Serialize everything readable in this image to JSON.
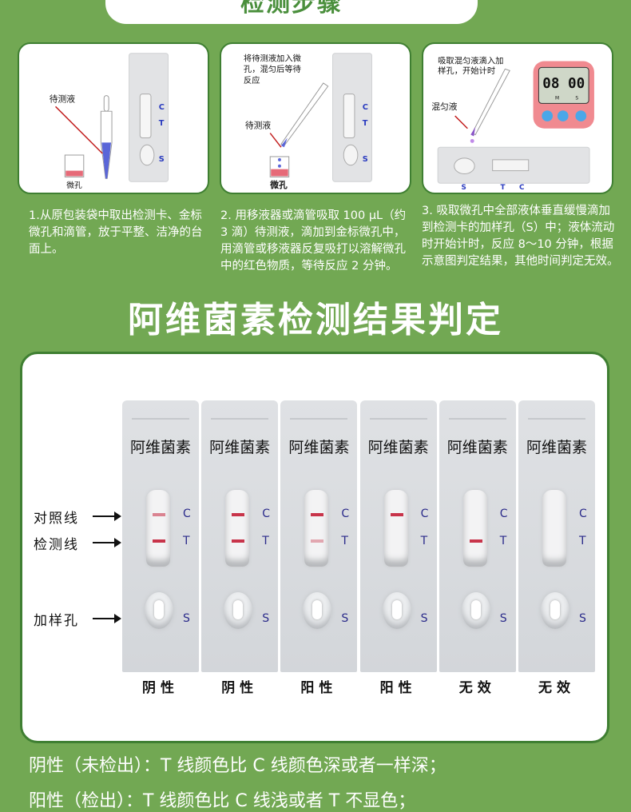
{
  "header": {
    "title": "检测步骤"
  },
  "steps": [
    {
      "illus": {
        "label_sample": "待测液",
        "label_well": "微孔",
        "card_labels": [
          "C",
          "T",
          "S"
        ]
      },
      "text": "1.从原包装袋中取出检测卡、金标微孔和滴管，放于平整、洁净的台面上。"
    },
    {
      "illus": {
        "caption": "将待测液加入微孔，混匀后等待反应",
        "label_sample": "待测液",
        "label_well": "微孔",
        "card_labels": [
          "C",
          "T",
          "S"
        ]
      },
      "text": "2. 用移液器或滴管吸取 100 μL（约3 滴）待测液，滴加到金标微孔中，用滴管或移液器反复吸打以溶解微孔中的红色物质，等待反应 2 分钟。"
    },
    {
      "illus": {
        "caption": "吸取混匀液滴入加样孔，开始计时",
        "label_mix": "混匀液",
        "timer": "08 00",
        "timer_units": [
          "M",
          "S"
        ],
        "card_labels": [
          "S",
          "T",
          "C"
        ]
      },
      "text": "3. 吸取微孔中全部液体垂直缓慢滴加到检测卡的加样孔（S）中；液体流动时开始计时，反应 8～10 分钟，根据示意图判定结果，其他时间判定无效。"
    }
  ],
  "result_title": "阿维菌素检测结果判定",
  "result": {
    "side_labels": [
      "对照线",
      "检测线",
      "加样孔"
    ],
    "cards": [
      {
        "name": "阿维菌素",
        "verdict": "阴性",
        "c_line": 0.45,
        "t_line": 1
      },
      {
        "name": "阿维菌素",
        "verdict": "阴性",
        "c_line": 1,
        "t_line": 1
      },
      {
        "name": "阿维菌素",
        "verdict": "阳性",
        "c_line": 1,
        "t_line": 0.2
      },
      {
        "name": "阿维菌素",
        "verdict": "阳性",
        "c_line": 1,
        "t_line": 0
      },
      {
        "name": "阿维菌素",
        "verdict": "无效",
        "c_line": 0,
        "t_line": 1
      },
      {
        "name": "阿维菌素",
        "verdict": "无效",
        "c_line": 0,
        "t_line": 0
      }
    ],
    "card_labels": {
      "c": "C",
      "t": "T",
      "s": "S"
    },
    "line_color": "#c8344a"
  },
  "notes": [
    "阴性（未检出）：T 线颜色比 C 线颜色深或者一样深；",
    "阳性（检出）：T 线颜色比 C 线浅或者 T 不显色；"
  ]
}
